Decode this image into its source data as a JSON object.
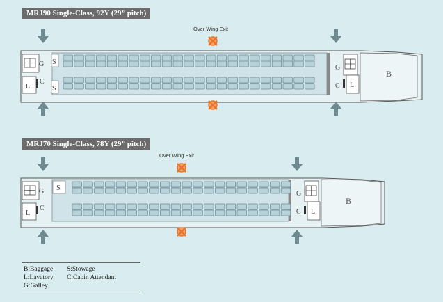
{
  "layouts": [
    {
      "title": "MRJ90 Single-Class, 92Y (29” pitch)",
      "exit_label": "Over Wing Exit",
      "rows": 23,
      "seats_per_row": 4,
      "front_labels": {
        "galley": "G",
        "lavatory": "L",
        "stowage_top": "S",
        "stowage_bottom": "S",
        "attendant": "C"
      },
      "rear_labels": {
        "galley": "G",
        "lavatory": "L",
        "attendant": "C",
        "baggage": "B"
      }
    },
    {
      "title": "MRJ70 Single-Class, 78Y (29” pitch)",
      "exit_label": "Over Wing Exit",
      "rows": 20,
      "seats_per_row": 4,
      "front_labels": {
        "galley": "G",
        "lavatory": "L",
        "stowage_top": "S",
        "attendant": "C"
      },
      "rear_labels": {
        "galley": "G",
        "lavatory": "L",
        "attendant": "C",
        "baggage": "B"
      }
    }
  ],
  "legend": {
    "b": "B:Baggage",
    "s": "S:Stowage",
    "l": "L:Lavatory",
    "c": "C:Cabin Attendant",
    "g": "G:Galley"
  },
  "colors": {
    "background": "#d9ecef",
    "cabin": "#cfe3e8",
    "seat_fill": "#b8d2da",
    "seat_stroke": "#6d8a94",
    "door_arrow": "#6e8a90",
    "exit_marker": "#e8742a"
  }
}
